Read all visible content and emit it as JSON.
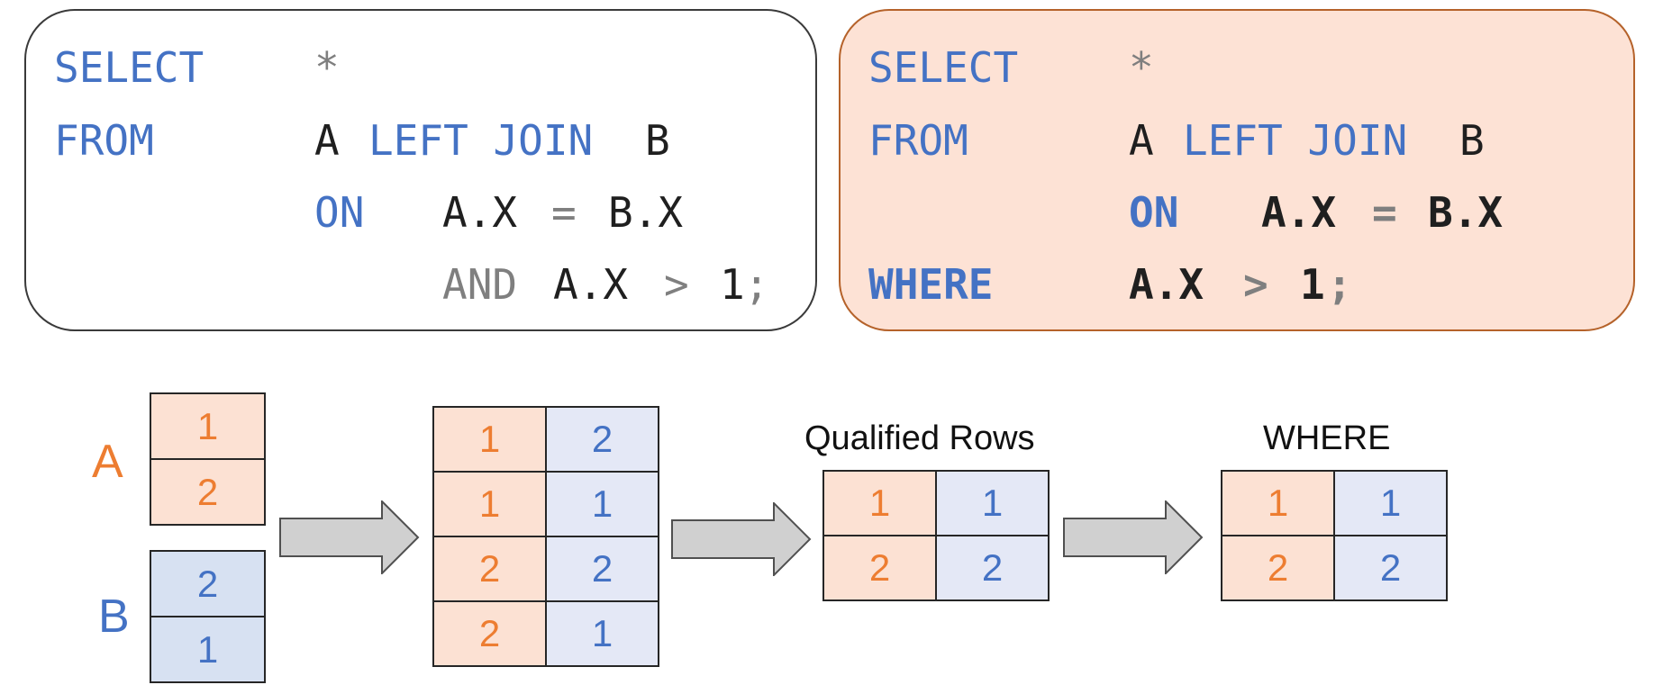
{
  "left_query": {
    "select_kw": "SELECT",
    "star": "*",
    "from_kw": "FROM",
    "table_a": "A",
    "left_join_kw": "LEFT JOIN",
    "table_b": "B",
    "on_kw": "ON",
    "on_lhs": "A.X",
    "eq": "=",
    "on_rhs": "B.X",
    "and_kw": "AND",
    "cond_lhs": "A.X",
    "gt": ">",
    "cond_rhs": "1",
    "semicolon": ";"
  },
  "right_query": {
    "select_kw": "SELECT",
    "star": "*",
    "from_kw": "FROM",
    "table_a": "A",
    "left_join_kw": "LEFT JOIN",
    "table_b": "B",
    "on_kw": "ON",
    "on_lhs": "A.X",
    "eq": "=",
    "on_rhs": "B.X",
    "where_kw": "WHERE",
    "cond_lhs": "A.X",
    "gt": ">",
    "cond_rhs": "1",
    "semicolon": ";"
  },
  "diagram": {
    "table_a": {
      "label": "A",
      "values": [
        "1",
        "2"
      ]
    },
    "table_b": {
      "label": "B",
      "values": [
        "2",
        "1"
      ]
    },
    "joined": {
      "rows": [
        [
          "1",
          "2"
        ],
        [
          "1",
          "1"
        ],
        [
          "2",
          "2"
        ],
        [
          "2",
          "1"
        ]
      ]
    },
    "qualified": {
      "caption": "Qualified Rows",
      "rows": [
        [
          "1",
          "1"
        ],
        [
          "2",
          "2"
        ]
      ]
    },
    "where_result": {
      "caption": "WHERE",
      "rows": [
        [
          "1",
          "1"
        ],
        [
          "2",
          "2"
        ]
      ]
    }
  },
  "colors": {
    "keyword_blue": "#4472c4",
    "table_a_orange": "#ed7d31",
    "highlight_box_fill": "#fde2d5",
    "arrow_gray": "#d0d0d0"
  }
}
